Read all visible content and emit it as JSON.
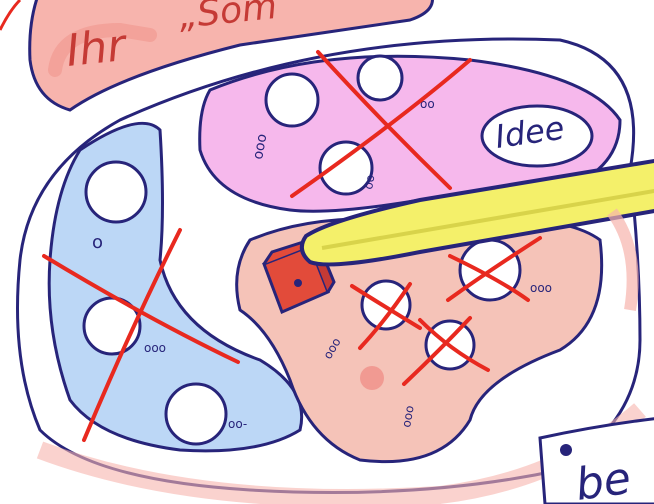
{
  "labels": {
    "ihr": "Ihr",
    "quote": "„Som",
    "idee": "Idee",
    "bottom_right": "be"
  },
  "colors": {
    "outline": "#27247a",
    "pink_region": "#f6b8ec",
    "blue_region": "#bcd7f6",
    "salmon_region": "#f5c3b8",
    "banner": "#f7b4ad",
    "cross": "#e8291f",
    "pencil": "#f4f06a",
    "box": "#e24b3a"
  },
  "icons": [
    "pencil-icon",
    "cube-icon",
    "cross-out-mark"
  ]
}
